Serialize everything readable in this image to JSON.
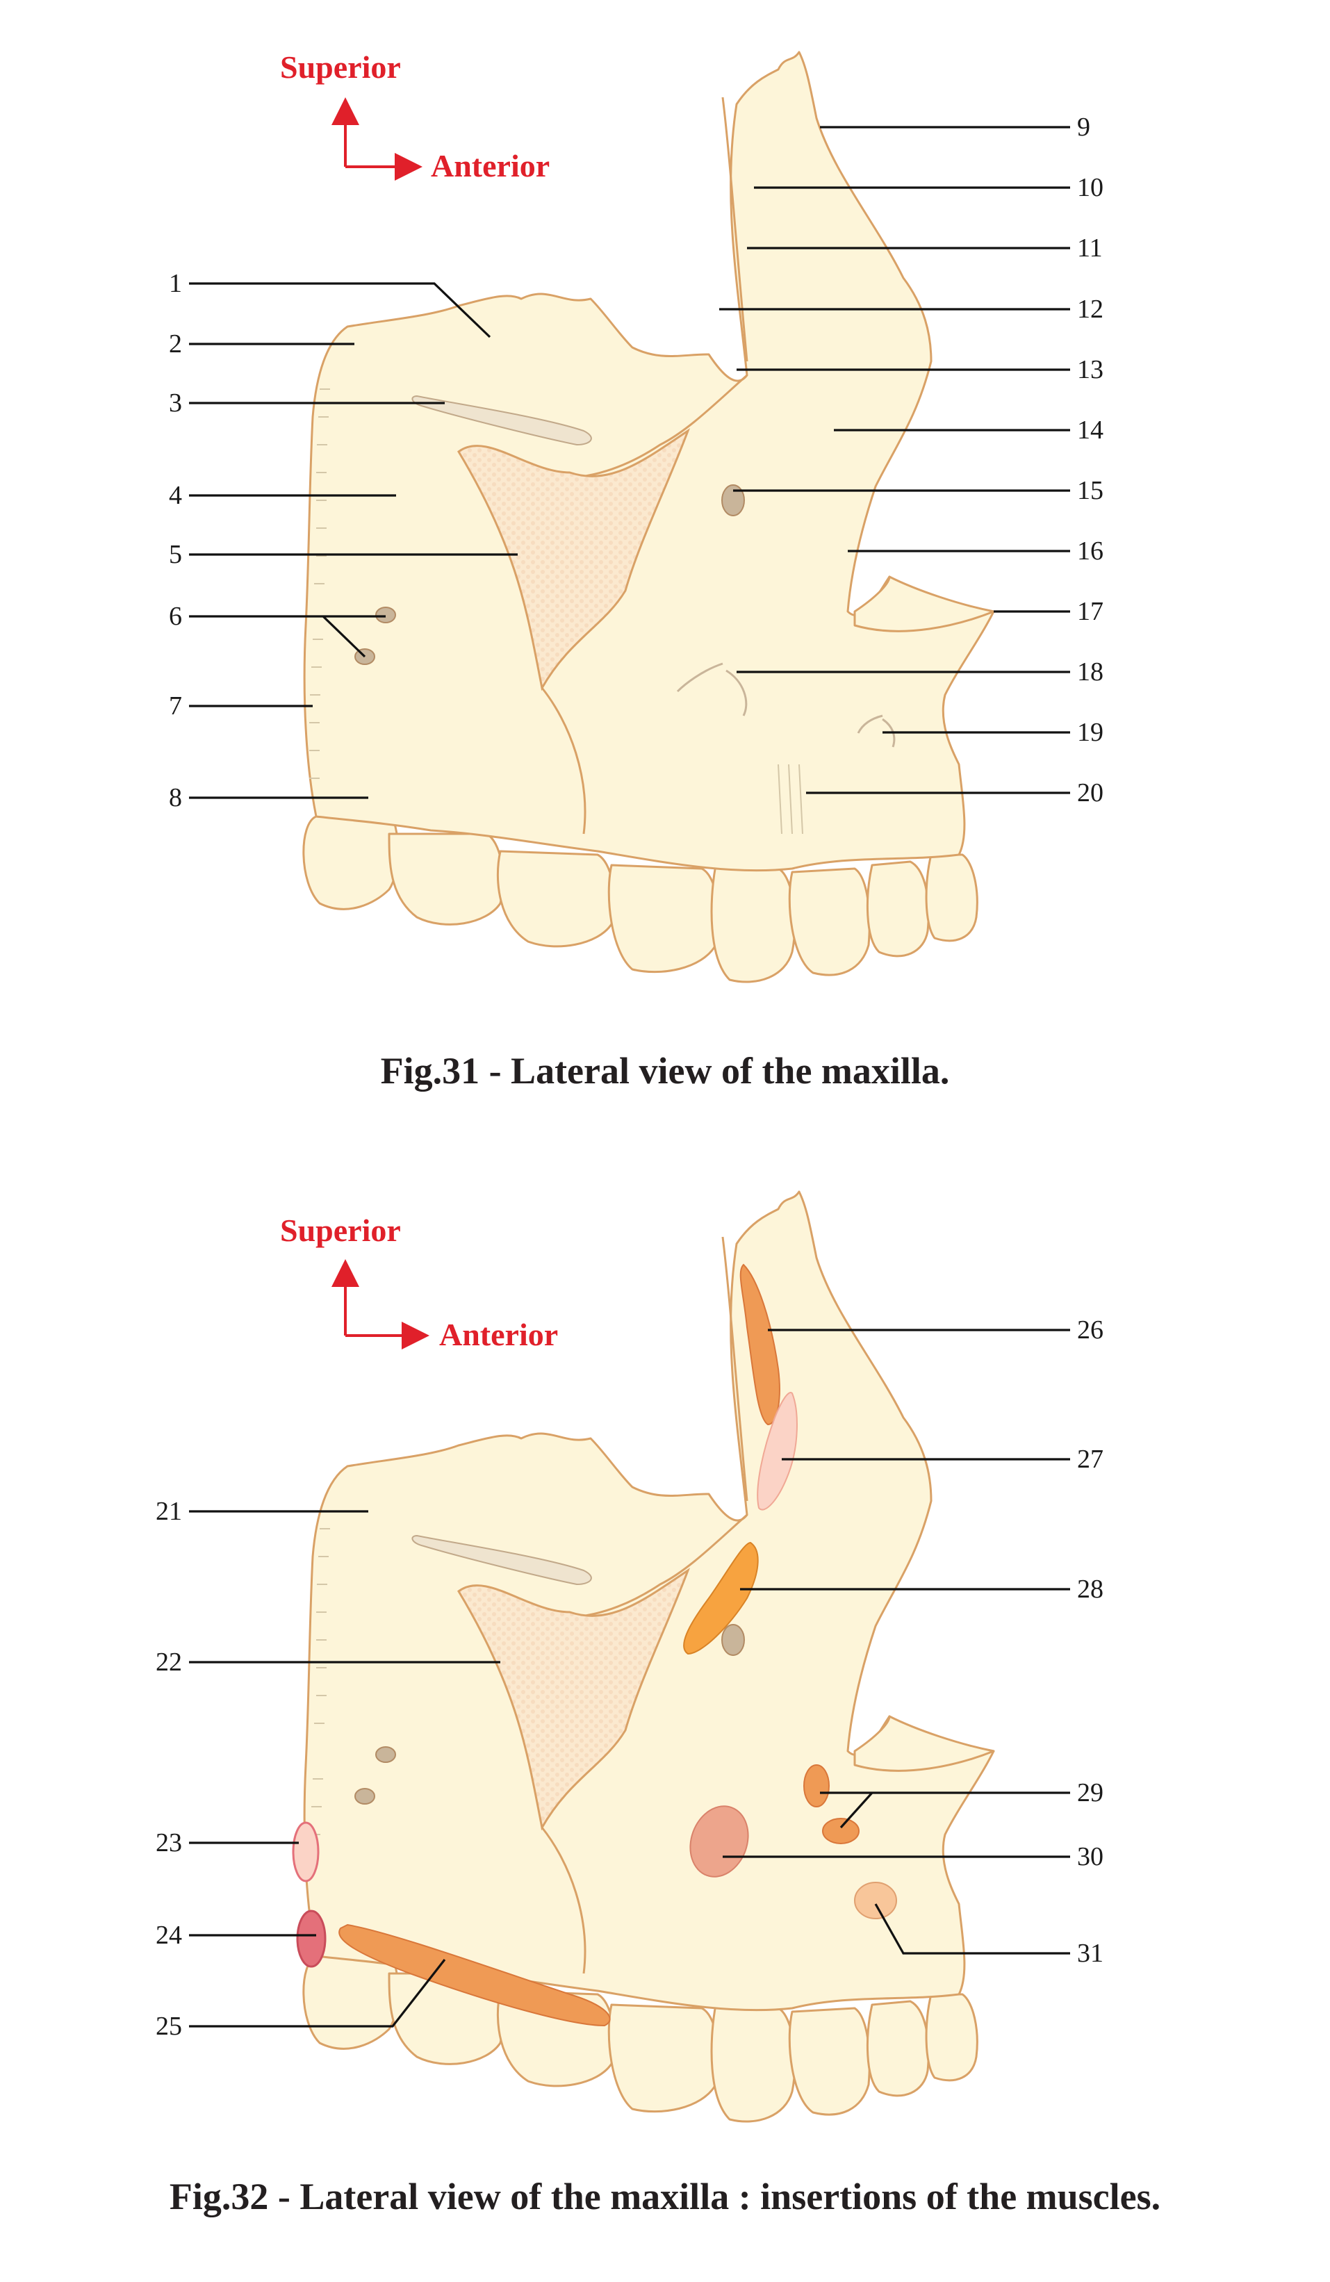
{
  "orientation": {
    "superior": "Superior",
    "anterior": "Anterior",
    "arrow_color": "#e0202a"
  },
  "fig31": {
    "caption": "Fig.31 - Lateral view of the maxilla.",
    "labels": [
      "1",
      "2",
      "3",
      "4",
      "5",
      "6",
      "7",
      "8",
      "9",
      "10",
      "11",
      "12",
      "13",
      "14",
      "15",
      "16",
      "17",
      "18",
      "19",
      "20"
    ]
  },
  "fig32": {
    "caption": "Fig.32 - Lateral view of the maxilla : insertions of the muscles.",
    "labels": [
      "21",
      "22",
      "23",
      "24",
      "25",
      "26",
      "27",
      "28",
      "29",
      "30",
      "31"
    ]
  },
  "colors": {
    "bone_fill": "#fdf5d9",
    "bone_outline": "#d9a166",
    "insertion_dark_orange": "#ef9a55",
    "insertion_light_pink": "#fbd3c6",
    "insertion_bright_orange": "#f7a340",
    "insertion_salmon": "#eda58c",
    "insertion_red_pink": "#e4707a",
    "insertion_peach": "#f8c69a"
  }
}
